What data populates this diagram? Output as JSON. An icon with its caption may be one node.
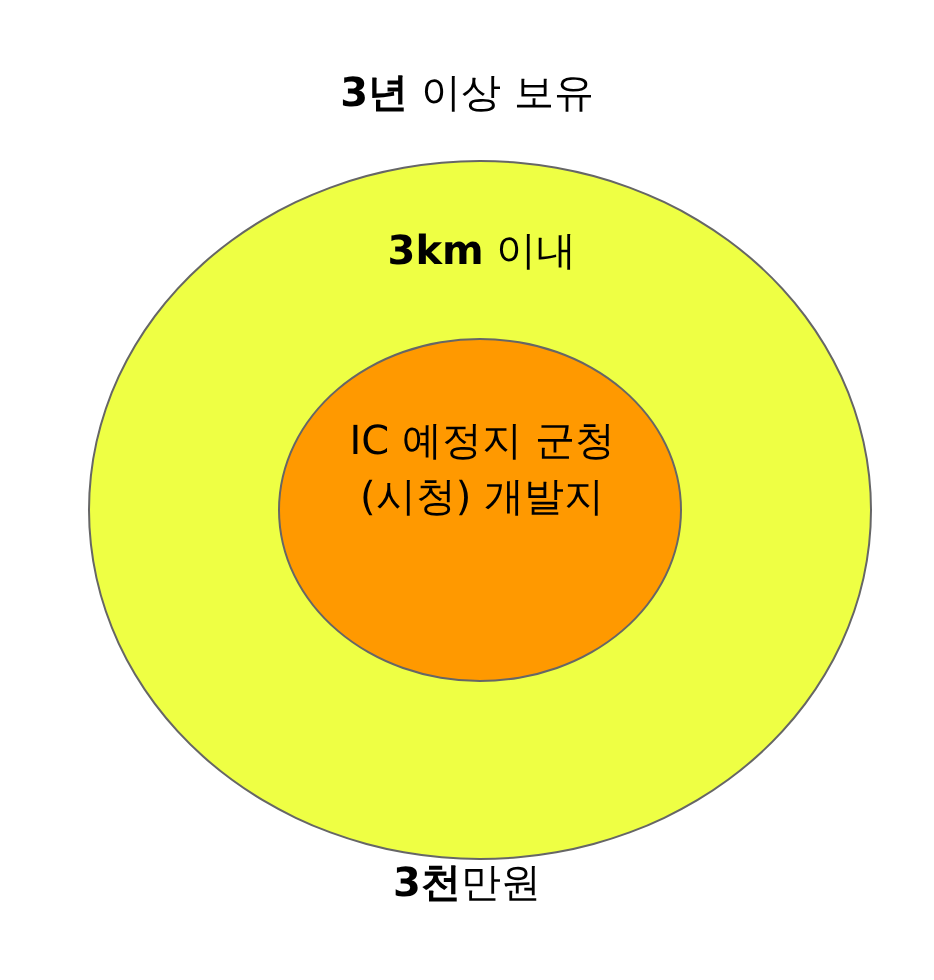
{
  "diagram": {
    "nodes": [
      {
        "text": [
          "**3km** 이내"
        ]
      },
      {
        "text": [
          "IC 예정지 군청(시청) 개발지"
        ],
        "in": 0
      }
    ],
    "labels": [
      "**3년** 이상 보유",
      "**3천**만원"
    ]
  }
}
